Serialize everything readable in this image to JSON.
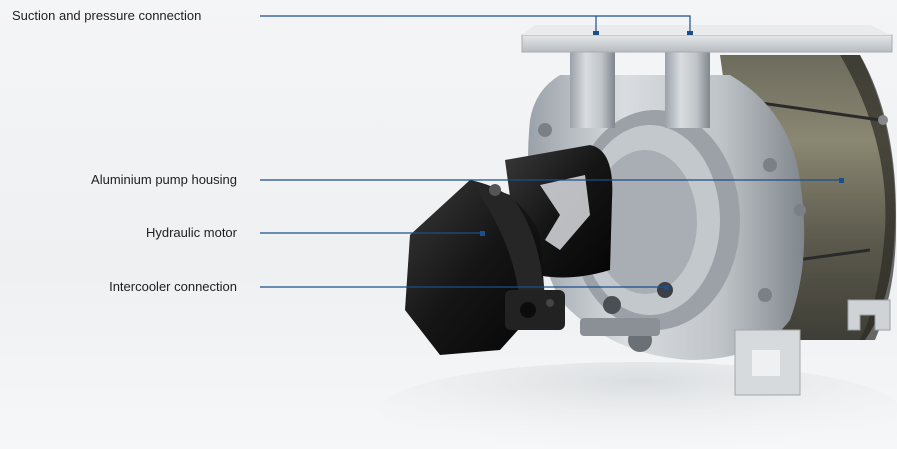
{
  "callouts": [
    {
      "id": "suction",
      "label": "Suction and pressure connection"
    },
    {
      "id": "housing",
      "label": "Aluminium pump housing"
    },
    {
      "id": "motor",
      "label": "Hydraulic motor"
    },
    {
      "id": "intercooler",
      "label": "Intercooler connection"
    }
  ],
  "colors": {
    "leader_line": "#1a4f8a",
    "label_text": "#1e1e1e"
  }
}
